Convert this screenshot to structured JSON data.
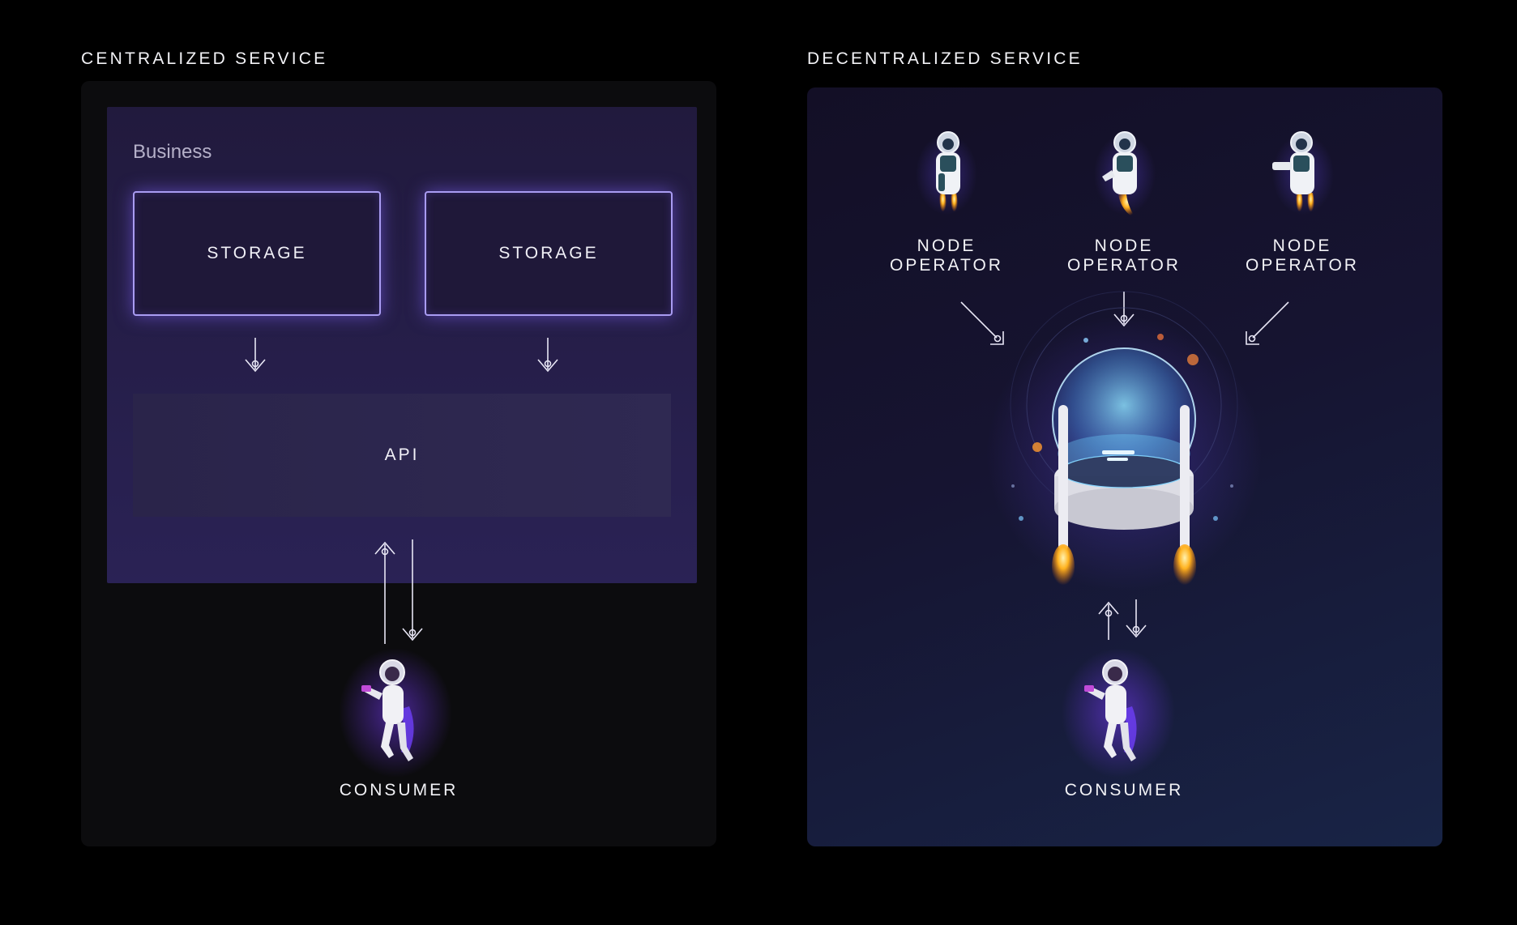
{
  "centralized": {
    "title": "CENTRALIZED SERVICE",
    "business_label": "Business",
    "storage_labels": [
      "STORAGE",
      "STORAGE"
    ],
    "api_label": "API",
    "consumer_label": "CONSUMER"
  },
  "decentralized": {
    "title": "DECENTRALIZED SERVICE",
    "node_operators": [
      {
        "line1": "NODE",
        "line2": "OPERATOR"
      },
      {
        "line1": "NODE",
        "line2": "OPERATOR"
      },
      {
        "line1": "NODE",
        "line2": "OPERATOR"
      }
    ],
    "consumer_label": "CONSUMER"
  },
  "colors": {
    "background": "#000000",
    "storage_border": "#a99cf2",
    "glow": "#8264ff",
    "thruster": "#ffa21a"
  },
  "icons": [
    "astronaut-icon",
    "jetpack-astronaut-icon",
    "glass-dome-ship-icon",
    "arrow-down-icon",
    "arrow-up-icon"
  ]
}
